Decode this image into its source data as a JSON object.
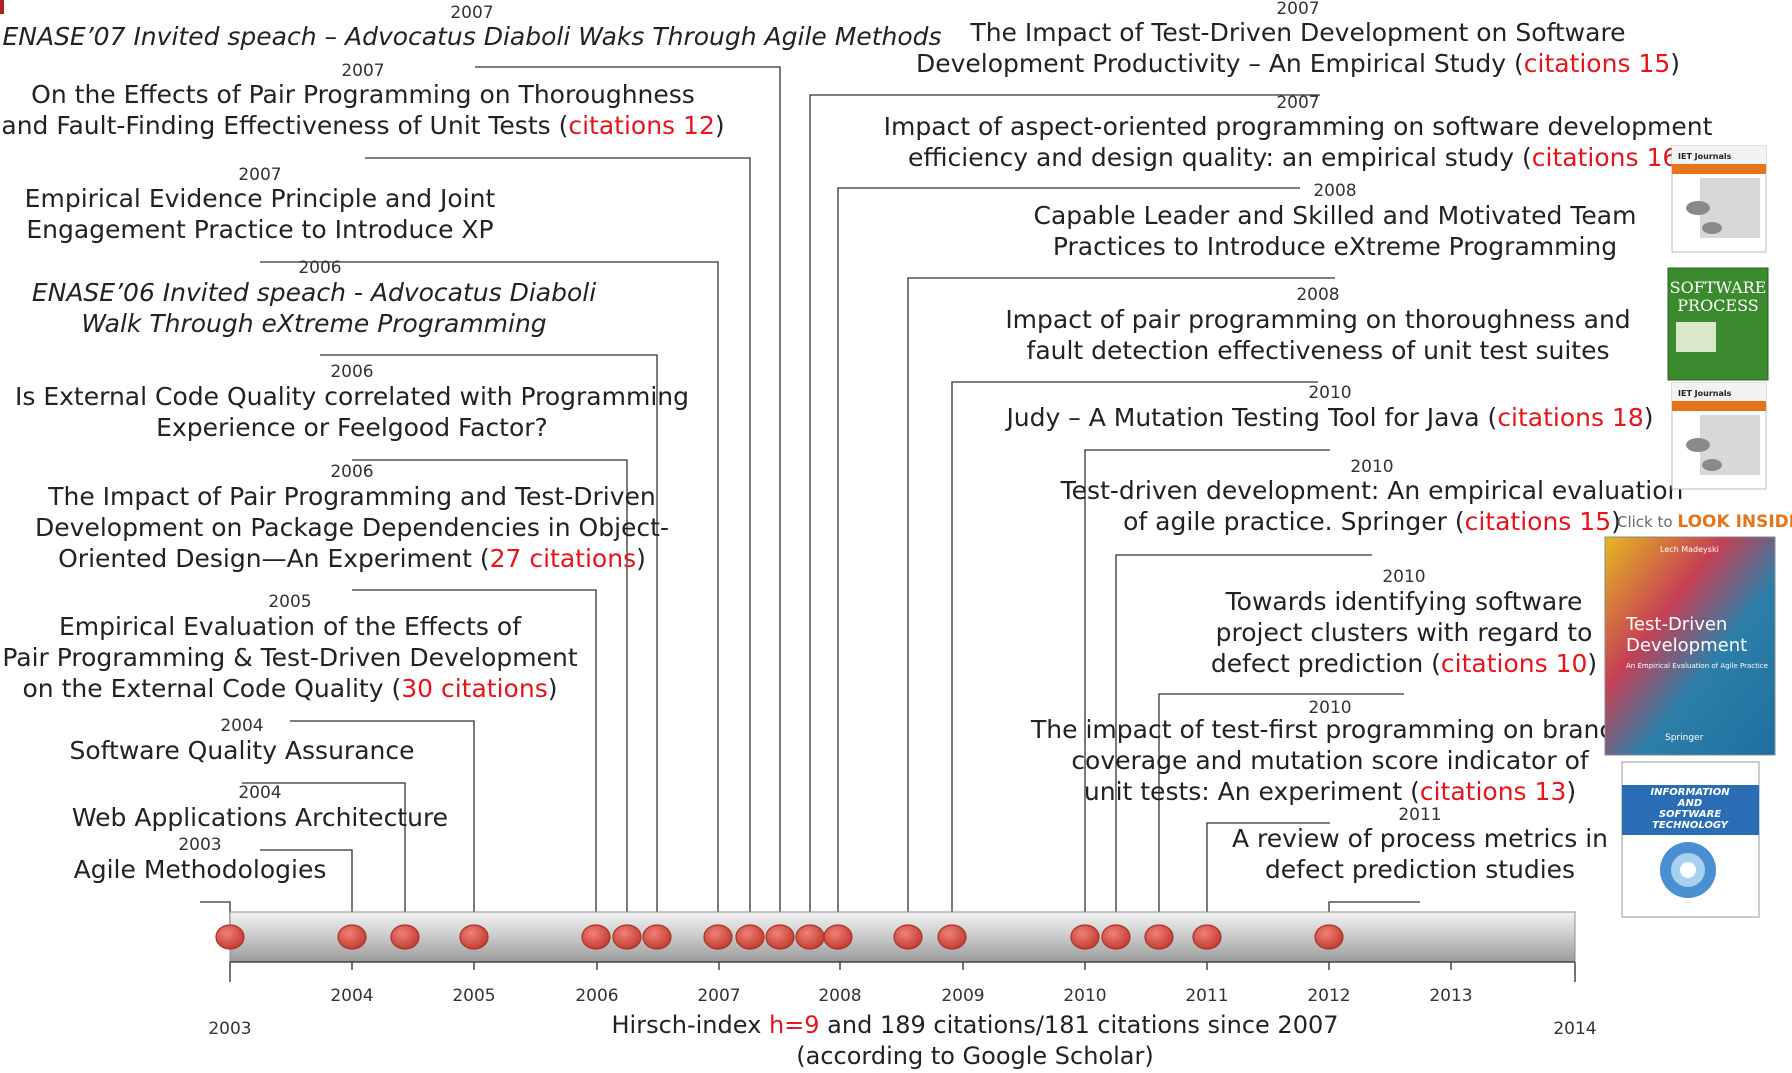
{
  "accent_red": "#e8141b",
  "dot_color": "#d9534a",
  "axis": {
    "ticks": [
      "2003",
      "2004",
      "2005",
      "2006",
      "2007",
      "2008",
      "2009",
      "2010",
      "2011",
      "2012",
      "2013",
      "2014"
    ]
  },
  "footer": {
    "line1_pre": "Hirsch-index ",
    "h_value": "h=9",
    "line1_post": " and 189 citations/181 citations since 2007",
    "line2": "(according to Google Scholar)"
  },
  "publications_left": [
    {
      "year": "2007",
      "lines": [
        [
          {
            "t": "ENASE’07 Invited speach – Advocatus Diaboli Waks Through Agile Methods"
          }
        ]
      ],
      "italic": true
    },
    {
      "year": "2007",
      "lines": [
        [
          {
            "t": "On the Effects of Pair Programming on Thoroughness"
          }
        ],
        [
          {
            "t": "and Fault-Finding Effectiveness of Unit Tests ("
          },
          {
            "t": "citations 12",
            "red": true
          },
          {
            "t": ")"
          }
        ]
      ]
    },
    {
      "year": "2007",
      "lines": [
        [
          {
            "t": "Empirical Evidence Principle and Joint"
          }
        ],
        [
          {
            "t": "Engagement Practice to Introduce XP"
          }
        ]
      ]
    },
    {
      "year": "2006",
      "lines": [
        [
          {
            "t": "ENASE’06 Invited speach - Advocatus Diaboli"
          }
        ],
        [
          {
            "t": "Walk Through eXtreme Programming"
          }
        ]
      ],
      "italic": true
    },
    {
      "year": "2006",
      "lines": [
        [
          {
            "t": "Is External Code Quality correlated with Programming"
          }
        ],
        [
          {
            "t": "Experience or Feelgood Factor?"
          }
        ]
      ]
    },
    {
      "year": "2006",
      "lines": [
        [
          {
            "t": "The Impact of Pair Programming and Test-Driven"
          }
        ],
        [
          {
            "t": "Development on Package Dependencies in Object-"
          }
        ],
        [
          {
            "t": "Oriented Design—An Experiment ("
          },
          {
            "t": "27 citations",
            "red": true
          },
          {
            "t": ")"
          }
        ]
      ]
    },
    {
      "year": "2005",
      "lines": [
        [
          {
            "t": "Empirical Evaluation of the Effects of"
          }
        ],
        [
          {
            "t": "Pair Programming & Test-Driven Development"
          }
        ],
        [
          {
            "t": "on the External Code Quality ("
          },
          {
            "t": "30 citations",
            "red": true
          },
          {
            "t": ")"
          }
        ]
      ]
    },
    {
      "year": "2004",
      "lines": [
        [
          {
            "t": "Software Quality Assurance"
          }
        ]
      ]
    },
    {
      "year": "2004",
      "lines": [
        [
          {
            "t": "Web Applications Architecture"
          }
        ]
      ]
    },
    {
      "year": "2003",
      "lines": [
        [
          {
            "t": "Agile Methodologies"
          }
        ]
      ]
    }
  ],
  "publications_right": [
    {
      "year": "2007",
      "lines": [
        [
          {
            "t": "The Impact of Test-Driven Development on Software"
          }
        ],
        [
          {
            "t": "Development Productivity – An Empirical Study ("
          },
          {
            "t": "citations 15",
            "red": true
          },
          {
            "t": ")"
          }
        ]
      ]
    },
    {
      "year": "2007",
      "lines": [
        [
          {
            "t": "Impact of aspect-oriented programming on software development"
          }
        ],
        [
          {
            "t": "efficiency and design quality: an empirical study ("
          },
          {
            "t": "citations 16",
            "red": true
          },
          {
            "t": ")"
          }
        ]
      ]
    },
    {
      "year": "2008",
      "lines": [
        [
          {
            "t": "Capable Leader and Skilled and Motivated Team"
          }
        ],
        [
          {
            "t": "Practices to Introduce eXtreme Programming"
          }
        ]
      ]
    },
    {
      "year": "2008",
      "lines": [
        [
          {
            "t": "Impact of pair programming on thoroughness and"
          }
        ],
        [
          {
            "t": "fault detection effectiveness of unit test suites"
          }
        ]
      ]
    },
    {
      "year": "2010",
      "lines": [
        [
          {
            "t": "Judy – A Mutation Testing Tool for Java ("
          },
          {
            "t": "citations 18",
            "red": true
          },
          {
            "t": ")"
          }
        ]
      ]
    },
    {
      "year": "2010",
      "lines": [
        [
          {
            "t": "Test-driven development: An empirical evaluation"
          }
        ],
        [
          {
            "t": "of agile practice. Springer ("
          },
          {
            "t": "citations 15",
            "red": true
          },
          {
            "t": ")"
          }
        ]
      ]
    },
    {
      "year": "2010",
      "lines": [
        [
          {
            "t": "Towards identifying software"
          }
        ],
        [
          {
            "t": "project clusters with regard to"
          }
        ],
        [
          {
            "t": "defect prediction ("
          },
          {
            "t": "citations 10",
            "red": true
          },
          {
            "t": ")"
          }
        ]
      ]
    },
    {
      "year": "2010",
      "lines": [
        [
          {
            "t": "The impact of test-first programming on branch"
          }
        ],
        [
          {
            "t": "coverage and mutation score indicator of"
          }
        ],
        [
          {
            "t": "unit tests: An experiment ("
          },
          {
            "t": "citations 13",
            "red": true
          },
          {
            "t": ")"
          }
        ]
      ]
    },
    {
      "year": "2011",
      "lines": [
        [
          {
            "t": "A review of process metrics in"
          }
        ],
        [
          {
            "t": "defect prediction studies"
          }
        ]
      ]
    }
  ],
  "covers": {
    "springer_banner": {
      "pre": "Click to ",
      "bold": "LOOK INSIDE!"
    },
    "springer_author": "Lech Madeyski",
    "springer_title_1": "Test-Driven",
    "springer_title_2": "Development",
    "springer_subtitle": "An Empirical Evaluation of Agile Practice",
    "springer_publisher": "Springer",
    "spip_1": "SOFTWARE",
    "spip_2": "PROCESS",
    "ist_1": "INFORMATION",
    "ist_2": "AND",
    "ist_3": "SOFTWARE",
    "ist_4": "TECHNOLOGY",
    "iet_logo": "IET Journals"
  }
}
